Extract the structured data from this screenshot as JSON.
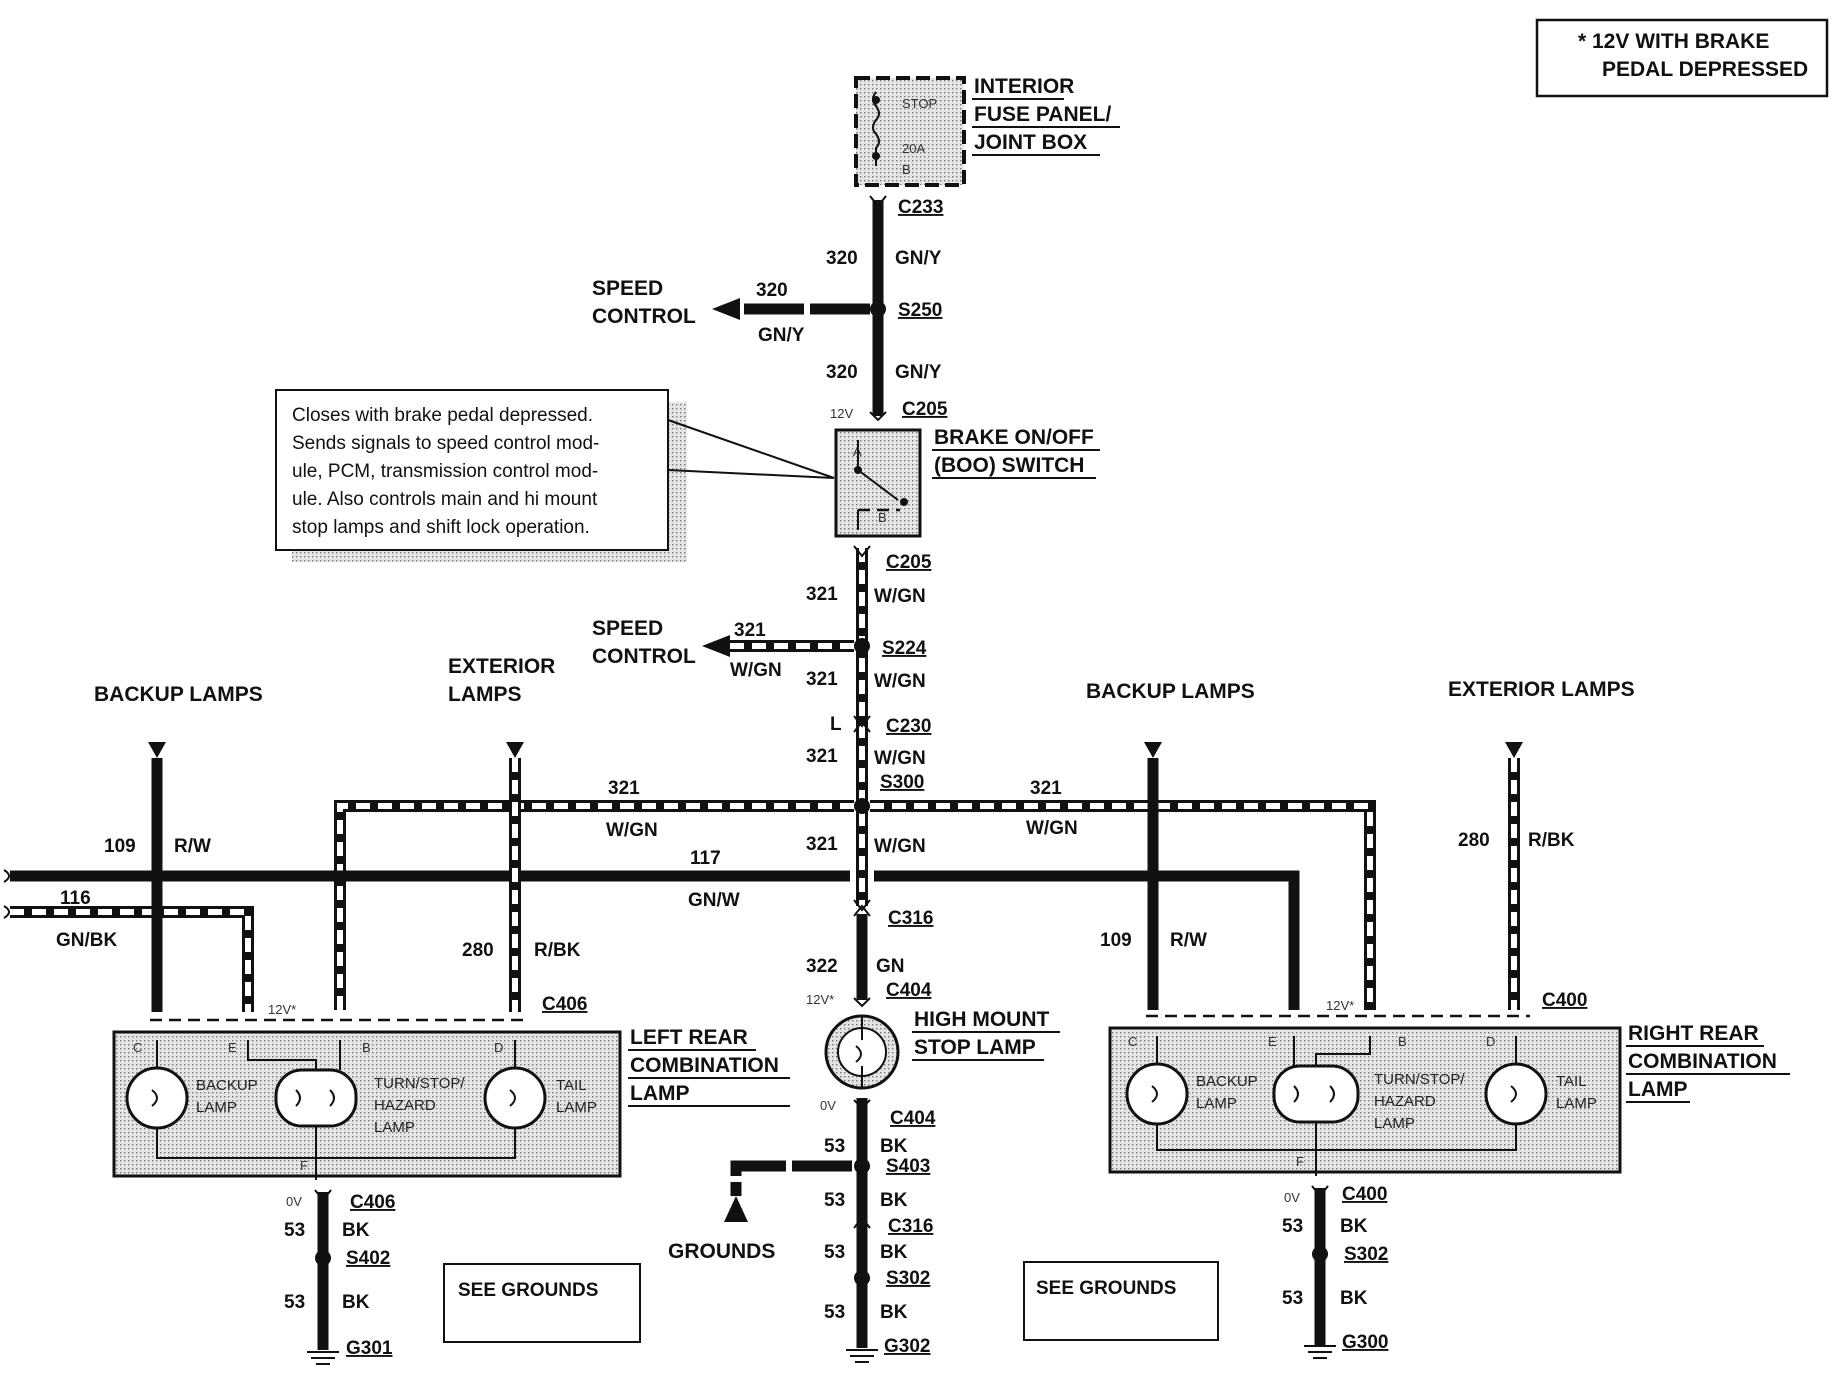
{
  "legend": {
    "line1": "* 12V WITH BRAKE",
    "line2": "PEDAL DEPRESSED"
  },
  "fuse_panel": {
    "line1": "INTERIOR",
    "line2": "FUSE PANEL/",
    "line3": "JOINT BOX",
    "fuse_name": "STOP",
    "fuse_rating": "20A",
    "pin": "B"
  },
  "connectors": {
    "c233": "C233",
    "s250": "S250",
    "c205_top": "C205",
    "c205_bot": "C205",
    "s224": "S224",
    "c230": "C230",
    "s300": "S300",
    "c316_top": "C316",
    "c404_top": "C404",
    "c404_bot": "C404",
    "s403": "S403",
    "c316_bot": "C316",
    "s302_mid": "S302",
    "g302": "G302",
    "c406_top": "C406",
    "c406_bot": "C406",
    "s402": "S402",
    "g301": "G301",
    "c400_top": "C400",
    "c400_bot": "C400",
    "s302_right": "S302",
    "g300": "G300"
  },
  "wires": {
    "w320": "320",
    "gny": "GN/Y",
    "w321": "321",
    "wgn": "W/GN",
    "w109": "109",
    "rw": "R/W",
    "w116": "116",
    "gnbk": "GN/BK",
    "w117": "117",
    "gnw": "GN/W",
    "w280": "280",
    "rbk": "R/BK",
    "w322": "322",
    "gn": "GN",
    "w53": "53",
    "bk": "BK"
  },
  "voltages": {
    "v12": "12V",
    "v12star": "12V*",
    "v0": "0V"
  },
  "pins": {
    "a": "A",
    "b": "B",
    "c": "C",
    "d": "D",
    "e": "E",
    "f": "F",
    "l": "L"
  },
  "speed_control": {
    "line1": "SPEED",
    "line2": "CONTROL"
  },
  "boo_switch": {
    "line1": "BRAKE ON/OFF",
    "line2": "(BOO) SWITCH"
  },
  "note": {
    "line1": "Closes with brake pedal depressed.",
    "line2": "Sends signals to speed control mod-",
    "line3": "ule, PCM, transmission control mod-",
    "line4": "ule. Also controls main and hi mount",
    "line5": "stop lamps and shift lock operation."
  },
  "labels": {
    "backup_lamps": "BACKUP LAMPS",
    "exterior_l1": "EXTERIOR",
    "exterior_l2": "LAMPS",
    "exterior_lamps": "EXTERIOR LAMPS",
    "grounds": "GROUNDS",
    "see_grounds": "SEE GROUNDS"
  },
  "left_lamp": {
    "line1": "LEFT REAR",
    "line2": "COMBINATION",
    "line3": "LAMP"
  },
  "right_lamp": {
    "line1": "RIGHT REAR",
    "line2": "COMBINATION",
    "line3": "LAMP"
  },
  "high_mount": {
    "line1": "HIGH MOUNT",
    "line2": "STOP LAMP"
  },
  "bulbs": {
    "backup_l1": "BACKUP",
    "backup_l2": "LAMP",
    "turn_l1": "TURN/STOP/",
    "turn_l2": "HAZARD",
    "turn_l3": "LAMP",
    "tail_l1": "TAIL",
    "tail_l2": "LAMP"
  }
}
